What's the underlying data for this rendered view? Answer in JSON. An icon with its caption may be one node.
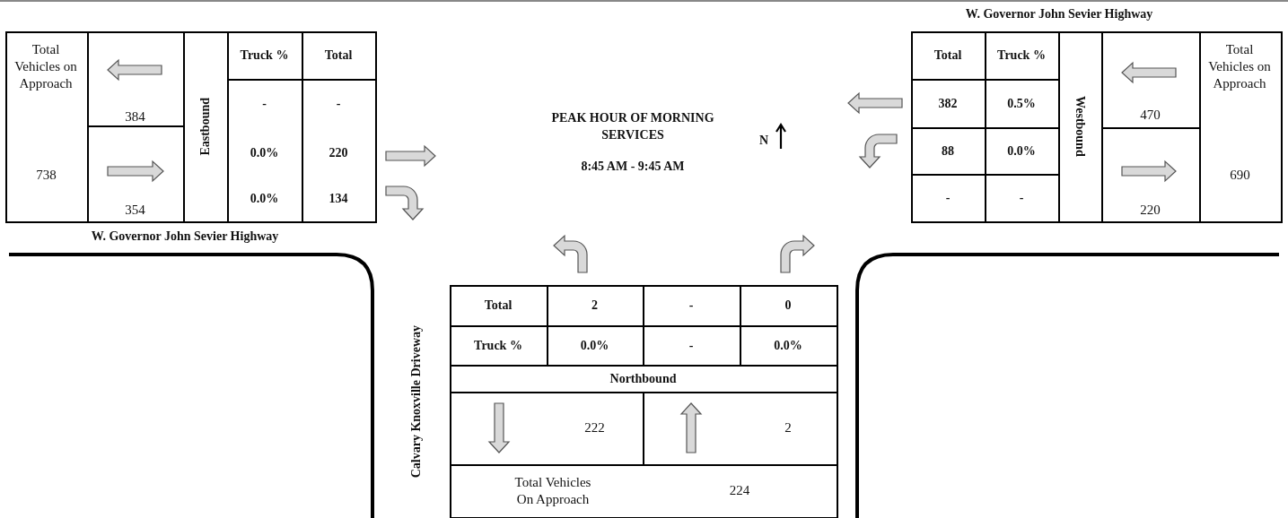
{
  "diagram": {
    "title": "PEAK HOUR OF MORNING SERVICES",
    "labels": [
      "Total Vehicles on Approach",
      "384",
      "738",
      "354",
      "Eastbound",
      "Truck %",
      "Total",
      "-",
      "-",
      "0.0%",
      "220",
      "0.0%",
      "134",
      "W. Governor John Sevier Highway",
      "8:45 AM - 9:45 AM",
      "N",
      "W. Governor John Sevier Highway",
      "Total",
      "Truck %",
      "382",
      "0.5%",
      "88",
      "0.0%",
      "-",
      "-",
      "Westbound",
      "470",
      "220",
      "Total Vehicles on Approach",
      "690",
      "Calvary Knoxville Driveway",
      "Total",
      "2",
      "-",
      "0",
      "Truck %",
      "0.0%",
      "-",
      "0.0%",
      "Northbound",
      "222",
      "2",
      "Total Vehicles On Approach",
      "224"
    ]
  }
}
